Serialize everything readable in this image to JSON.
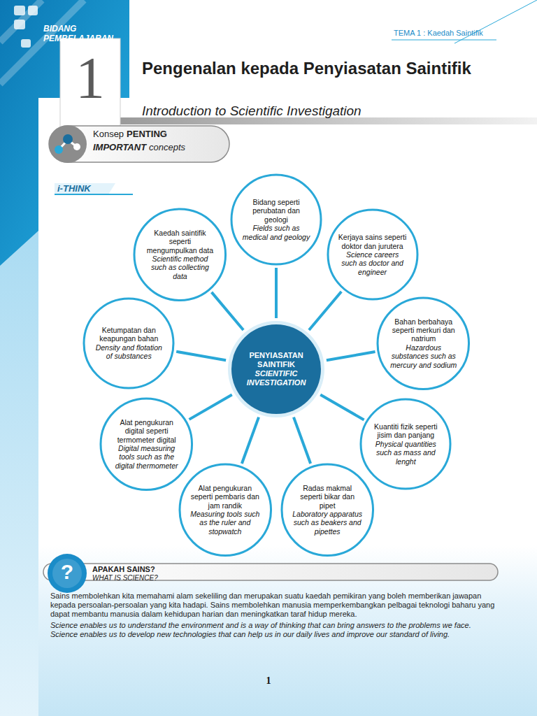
{
  "diagram": {
    "title": "Pengenalan kepada Penyiasatan Saintifik",
    "nodes": [
      {
        "text": [
          "PENYIASATAN SAINTIFIK",
          "SCIENTIFIC INVESTIGATION"
        ]
      },
      {
        "text": [
          "Bidang seperti perubatan dan geologi",
          "Fields such as medical and geology"
        ]
      },
      {
        "text": [
          "Kerjaya sains seperti doktor dan jurutera",
          "Science careers such as doctor and engineer"
        ]
      },
      {
        "text": [
          "Bahan berbahaya seperti merkuri dan natrium",
          "Hazardous substances such as mercury and sodium"
        ]
      },
      {
        "text": [
          "Kuantiti fizik seperti jisim dan panjang",
          "Physical quantities such as mass and lenght"
        ]
      },
      {
        "text": [
          "Radas makmal seperti bikar dan pipet",
          "Laboratory apparatus such as beakers and pipettes"
        ]
      },
      {
        "text": [
          "Alat pengukuran seperti pembaris dan jam randik",
          "Measuring tools such as the ruler and stopwatch"
        ]
      },
      {
        "text": [
          "Alat pengukuran digital seperti termometer digital",
          "Digital measuring tools such as the digital thermometer"
        ]
      },
      {
        "text": [
          "Ketumpatan dan keapungan bahan",
          "Density and flotation of substances"
        ]
      },
      {
        "text": [
          "Kaedah saintifik seperti mengumpulkan data",
          "Scientific method such as collecting data"
        ]
      }
    ],
    "edges": [
      {
        "from": 0,
        "to": 1,
        "arrow": "none"
      },
      {
        "from": 0,
        "to": 2,
        "arrow": "none"
      },
      {
        "from": 0,
        "to": 3,
        "arrow": "none"
      },
      {
        "from": 0,
        "to": 4,
        "arrow": "none"
      },
      {
        "from": 0,
        "to": 5,
        "arrow": "none"
      },
      {
        "from": 0,
        "to": 6,
        "arrow": "none"
      },
      {
        "from": 0,
        "to": 7,
        "arrow": "none"
      },
      {
        "from": 0,
        "to": 8,
        "arrow": "none"
      },
      {
        "from": 0,
        "to": 9,
        "arrow": "none"
      }
    ],
    "labels": [
      "BIDANG PEMBELAJARAN",
      "TEMA 1 : Kaedah Saintifik",
      "1",
      "Introduction to Scientific Investigation",
      "Konsep",
      "PENTING",
      "IMPORTANT",
      "concepts",
      "i-THINK",
      "?",
      "APAKAH SAINS?",
      "WHAT IS SCIENCE?",
      "Sains membolehkan kita memahami alam sekeliling dan merupakan suatu kaedah pemikiran yang boleh memberikan jawapan kepada persoalan-persoalan yang kita hadapi. Sains membolehkan manusia memperkembangkan pelbagai teknologi baharu yang dapat membantu manusia dalam kehidupan harian dan meningkatkan taraf hidup mereka.",
      "Science enables us to understand the environment and is a way of thinking that can bring answers to the problems we face. Science enables us to develop new technologies that can help us in our daily lives and improve our standard of living.",
      "1"
    ]
  }
}
